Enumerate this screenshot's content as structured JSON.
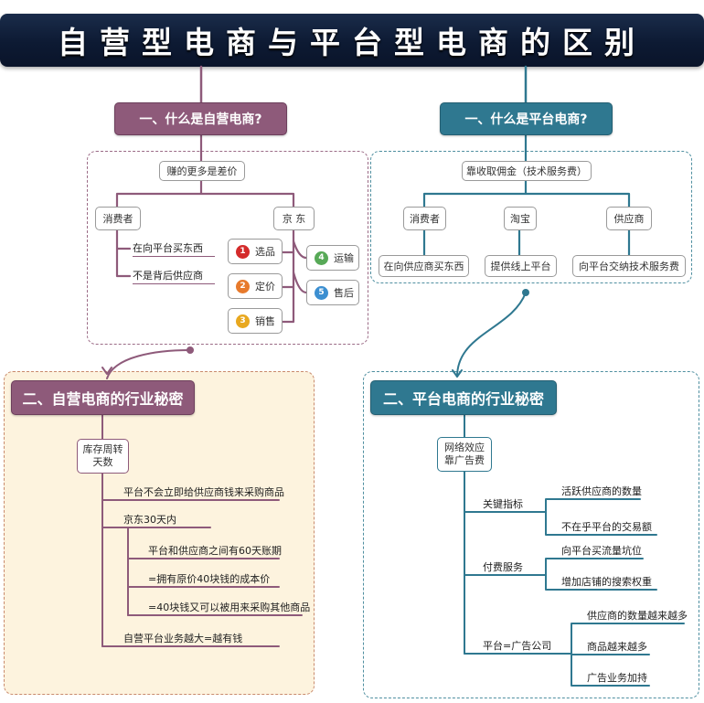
{
  "title": "自营型电商与平台型电商的区别",
  "colors": {
    "plum": "#8e5a7a",
    "teal": "#2f7890",
    "banner": "#0d1a33",
    "cream": "#fdf3de"
  },
  "left_top": {
    "header": "一、什么是自营电商?",
    "root": "赚的更多是差价",
    "consumer": {
      "label": "消费者",
      "items": [
        "在向平台买东西",
        "不是背后供应商"
      ]
    },
    "jd": {
      "label": "京 东",
      "left_items": [
        {
          "num": "1",
          "color": "#d42b2b",
          "label": "选品"
        },
        {
          "num": "2",
          "color": "#e77a2c",
          "label": "定价"
        },
        {
          "num": "3",
          "color": "#e8a81f",
          "label": "销售"
        }
      ],
      "right_items": [
        {
          "num": "4",
          "color": "#57a957",
          "label": "运输"
        },
        {
          "num": "5",
          "color": "#3c8fd1",
          "label": "售后"
        }
      ]
    }
  },
  "right_top": {
    "header": "一、什么是平台电商?",
    "root": "靠收取佣金（技术服务费）",
    "nodes": [
      {
        "label": "消费者",
        "child": "在向供应商买东西"
      },
      {
        "label": "淘宝",
        "child": "提供线上平台"
      },
      {
        "label": "供应商",
        "child": "向平台交纳技术服务费"
      }
    ]
  },
  "left_bottom": {
    "header": "二、自营电商的行业秘密",
    "root": [
      "库存周转",
      "天数"
    ],
    "items": [
      "平台不会立即给供应商钱来采购商品",
      "京东30天内",
      "平台和供应商之间有60天账期",
      "=拥有原价40块钱的成本价",
      "=40块钱又可以被用来采购其他商品",
      "自营平台业务越大=越有钱"
    ]
  },
  "right_bottom": {
    "header": "二、平台电商的行业秘密",
    "root": [
      "网络效应",
      "靠广告费"
    ],
    "groups": [
      {
        "label": "关键指标",
        "items": [
          "活跃供应商的数量",
          "不在乎平台的交易额"
        ]
      },
      {
        "label": "付费服务",
        "items": [
          "向平台买流量坑位",
          "增加店铺的搜索权重"
        ]
      },
      {
        "label": "平台=广告公司",
        "items": [
          "供应商的数量越来越多",
          "商品越来越多",
          "广告业务加持"
        ]
      }
    ]
  }
}
